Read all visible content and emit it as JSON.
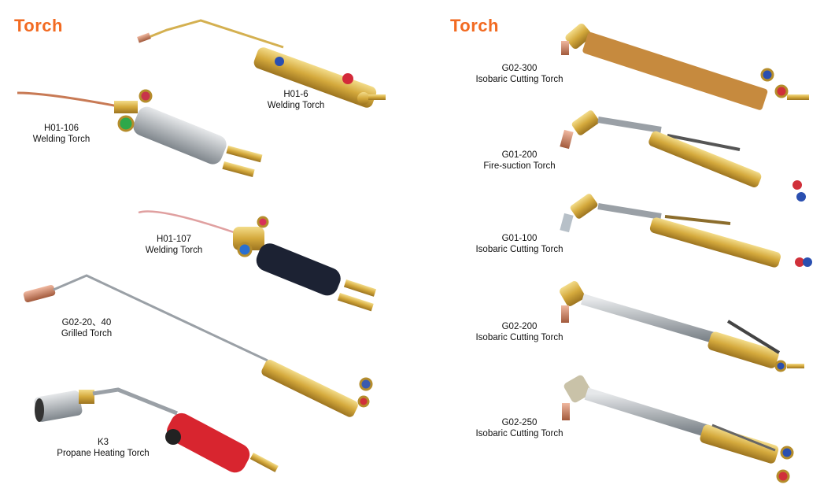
{
  "left_title": "Torch",
  "right_title": "Torch",
  "colors": {
    "accent": "#f26a21",
    "brass": "#d9b44a",
    "copper": "#c87a55",
    "steel": "#9aa0a6",
    "red_handle": "#d8252f",
    "black_handle": "#1c2233"
  },
  "products": [
    {
      "model": "H01-6",
      "name": "Welding Torch"
    },
    {
      "model": "H01-106",
      "name": "Welding Torch"
    },
    {
      "model": "H01-107",
      "name": "Welding Torch"
    },
    {
      "model": "G02-20、40",
      "name": "Grilled Torch"
    },
    {
      "model": "K3",
      "name": "Propane Heating Torch"
    },
    {
      "model": "G02-300",
      "name": "Isobaric Cutting Torch"
    },
    {
      "model": "G01-200",
      "name": "Fire-suction Torch"
    },
    {
      "model": "G01-100",
      "name": "Isobaric Cutting Torch"
    },
    {
      "model": "G02-200",
      "name": "Isobaric Cutting Torch"
    },
    {
      "model": "G02-250",
      "name": "Isobaric Cutting Torch"
    }
  ]
}
